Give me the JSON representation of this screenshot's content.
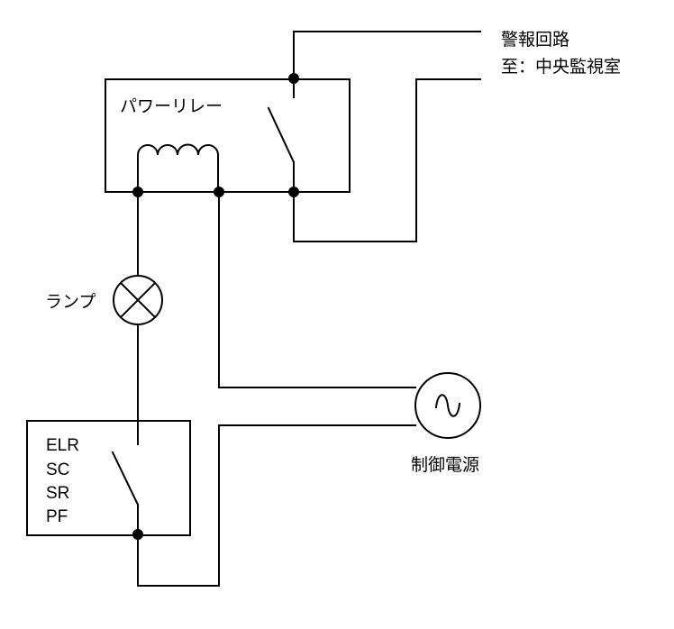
{
  "labels": {
    "alarm_circuit": "警報回路",
    "to_monitor_room": "至：中央監視室",
    "power_relay": "パワーリレー",
    "lamp": "ランプ",
    "control_power": "制御電源",
    "relay_types": [
      "ELR",
      "SC",
      "SR",
      "PF"
    ]
  },
  "colors": {
    "line": "#000000",
    "background": "#ffffff"
  }
}
